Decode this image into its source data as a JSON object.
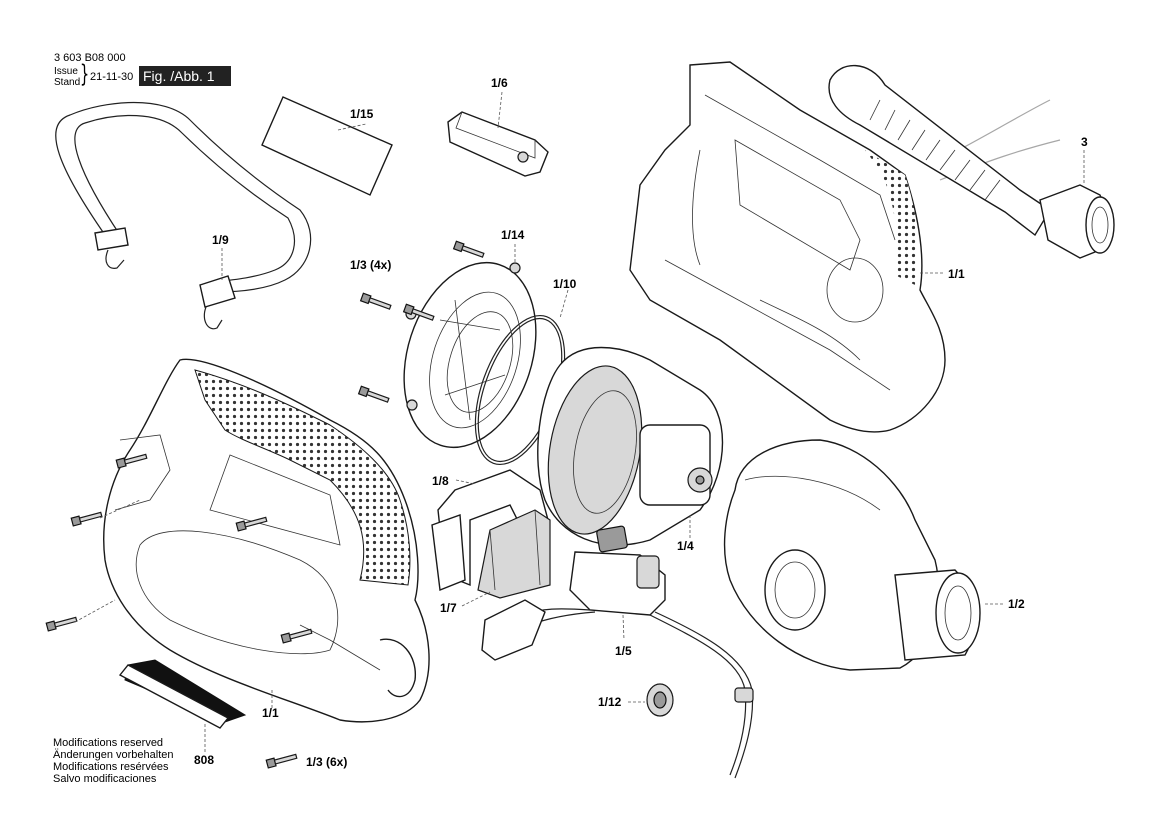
{
  "header": {
    "doc_number": "3 603 B08 000",
    "issue_label": "Issue",
    "stand_label": "Stand",
    "issue_date": "21-11-30",
    "figure_label": "Fig. /Abb. 1"
  },
  "notes": [
    "Modifications reserved",
    "Änderungen vorbehalten",
    "Modifications resérvées",
    "Salvo modificaciones"
  ],
  "part_labels": {
    "p1_15": "1/15",
    "p1_6": "1/6",
    "p3": "3",
    "p1_9": "1/9",
    "p1_14": "1/14",
    "p1_3_4x": "1/3 (4x)",
    "p1_10": "1/10",
    "p1_1_top": "1/1",
    "p1_8": "1/8",
    "p1_4": "1/4",
    "p1_7": "1/7",
    "p1_2": "1/2",
    "p1_5": "1/5",
    "p1_12": "1/12",
    "p1_1_bottom": "1/1",
    "p808": "808",
    "p1_3_6x": "1/3 (6x)"
  }
}
